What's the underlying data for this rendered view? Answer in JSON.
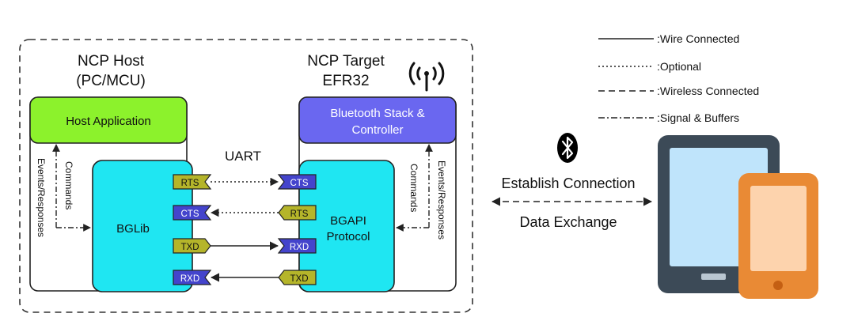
{
  "host": {
    "title_line1": "NCP Host",
    "title_line2": "(PC/MCU)",
    "app_label": "Host Application",
    "lib_label": "BGLib",
    "commands_label": "Commands",
    "events_label": "Events/Responses"
  },
  "target": {
    "title_line1": "NCP Target",
    "title_line2": "EFR32",
    "stack_line1": "Bluetooth Stack &",
    "stack_line2": "Controller",
    "protocol_line1": "BGAPI",
    "protocol_line2": "Protocol",
    "commands_label": "Commands",
    "events_label": "Events/Responses"
  },
  "uart_label": "UART",
  "pins": {
    "host": [
      "RTS",
      "CTS",
      "TXD",
      "RXD"
    ],
    "target": [
      "CTS",
      "RTS",
      "RXD",
      "TXD"
    ]
  },
  "link": {
    "establish": "Establish Connection",
    "exchange": "Data Exchange"
  },
  "legend": [
    {
      "style": "solid",
      "label": ":Wire Connected"
    },
    {
      "style": "dotted",
      "label": ":Optional"
    },
    {
      "style": "dashed",
      "label": ":Wireless Connected"
    },
    {
      "style": "dashdot",
      "label": ":Signal & Buffers"
    }
  ],
  "colors": {
    "host_app": "#8cf22c",
    "lib": "#1fe6f2",
    "stack": "#6a67f0",
    "pin_olive": "#b5b52a",
    "pin_blue": "#4444cc",
    "tablet": "#3c4a57",
    "tablet_screen": "#bfe4fb",
    "phone": "#e98a35",
    "phone_screen": "#fdd3ad"
  },
  "icons": [
    "antenna-icon",
    "bluetooth-icon",
    "tablet-icon",
    "phone-icon"
  ]
}
